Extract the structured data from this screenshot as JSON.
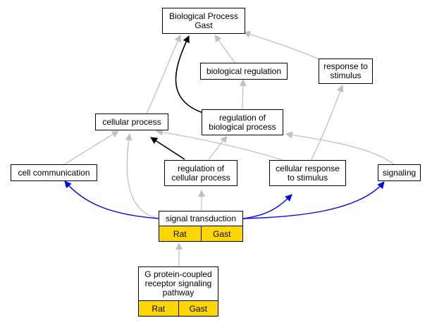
{
  "nodes": {
    "bp_gast": {
      "line1": "Biological Process",
      "line2": "Gast"
    },
    "bio_reg": {
      "line1": "biological regulation"
    },
    "resp_stim": {
      "line1": "response to",
      "line2": "stimulus"
    },
    "cell_proc": {
      "line1": "cellular process"
    },
    "reg_bio": {
      "line1": "regulation of",
      "line2": "biological process"
    },
    "cell_comm": {
      "line1": "cell communication"
    },
    "reg_cell": {
      "line1": "regulation of",
      "line2": "cellular process"
    },
    "cell_resp": {
      "line1": "cellular response",
      "line2": "to stimulus"
    },
    "signaling": {
      "line1": "signaling"
    },
    "sig_trans": {
      "line1": "signal transduction",
      "tag_a": "Rat",
      "tag_b": "Gast"
    },
    "gpcr": {
      "line1": "G protein-coupled",
      "line2": "receptor signaling",
      "line3": "pathway",
      "tag_a": "Rat",
      "tag_b": "Gast"
    }
  },
  "colors": {
    "gray_edge": "#c0c0c0",
    "black_edge": "#000000",
    "blue_edge": "#0000ff",
    "annotation_fill": "#ffd700"
  }
}
